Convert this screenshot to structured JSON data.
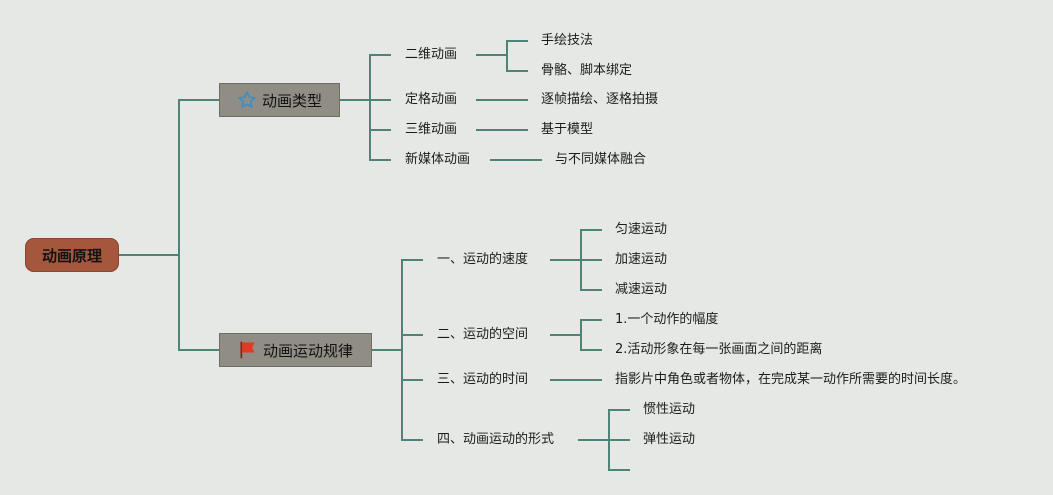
{
  "root": {
    "label": "动画原理"
  },
  "branches": [
    {
      "label": "动画类型",
      "icon": "star-icon",
      "children": [
        {
          "label": "二维动画",
          "children": [
            "手绘技法",
            "骨骼、脚本绑定"
          ]
        },
        {
          "label": "定格动画",
          "children": [
            "逐帧描绘、逐格拍摄"
          ]
        },
        {
          "label": "三维动画",
          "children": [
            "基于模型"
          ]
        },
        {
          "label": "新媒体动画",
          "children": [
            "与不同媒体融合"
          ]
        }
      ]
    },
    {
      "label": "动画运动规律",
      "icon": "red-flag-icon",
      "children": [
        {
          "label": "一、运动的速度",
          "children": [
            "匀速运动",
            "加速运动",
            "减速运动"
          ]
        },
        {
          "label": "二、运动的空间",
          "children": [
            "1.一个动作的幅度",
            "2.活动形象在每一张画面之间的距离"
          ]
        },
        {
          "label": "三、运动的时间",
          "children": [
            "指影片中角色或者物体，在完成某一动作所需要的时间长度。"
          ]
        },
        {
          "label": "四、动画运动的形式",
          "children": [
            "惯性运动",
            "弹性运动",
            ""
          ]
        }
      ]
    }
  ],
  "colors": {
    "background": "#e6e8e5",
    "connector": "#4e8478",
    "root_fill": "#a5573d",
    "branch_fill": "#908e84",
    "star_icon": "#3a8fc9",
    "flag_icon": "#e23a22"
  }
}
